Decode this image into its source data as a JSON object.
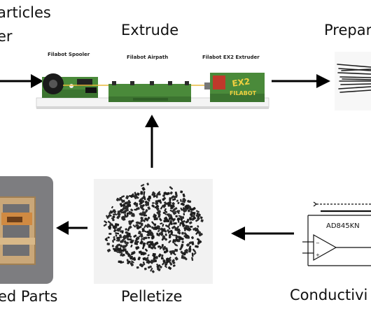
{
  "title_lines": [
    "articles",
    "er"
  ],
  "extrude_label": "Extrude",
  "prepare_label": "Prepar",
  "machine_labels": {
    "spooler": "Filabot Spooler",
    "airpath": "Filabot Airpath",
    "extruder": "Filabot EX2 Extruder"
  },
  "pelletize_label": "Pelletize",
  "printed_parts_label": "ed Parts",
  "conductive_label": "Conductivi",
  "chip_label": "AD845KN",
  "colors": {
    "arrow": "#000000",
    "machine_green": "#4a8a3a",
    "base_white": "#f4f4f4",
    "filament": "#e8b93a"
  }
}
